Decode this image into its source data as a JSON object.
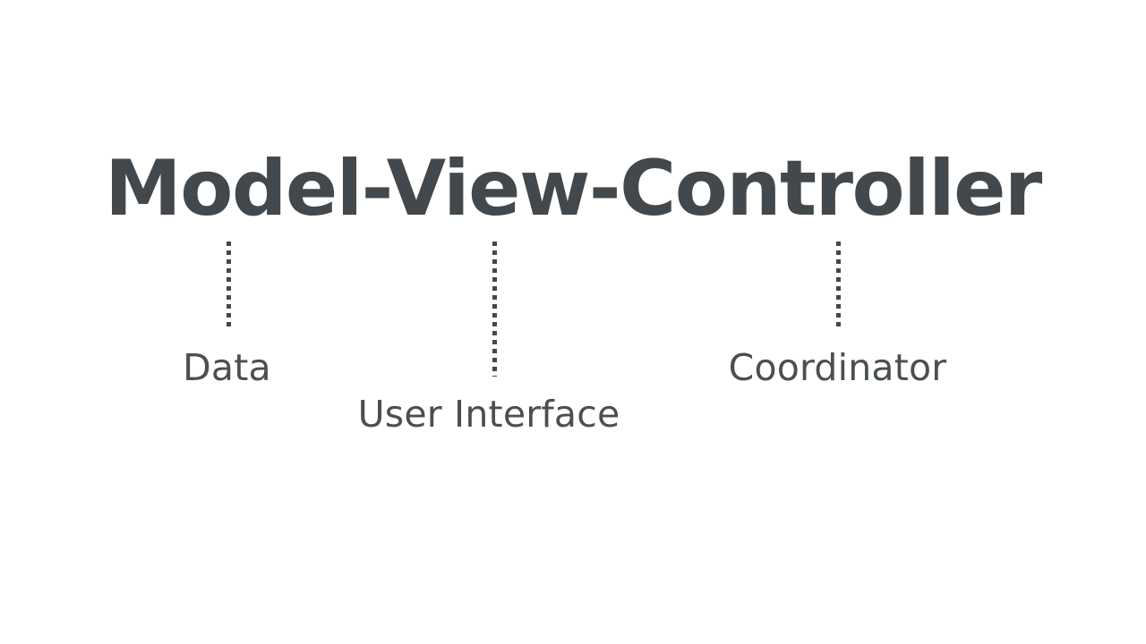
{
  "slide": {
    "background_color": "#ffffff",
    "text_color": "#43484c",
    "label_color": "#4a4f53",
    "title": "Model-View-Controller",
    "annotations": [
      {
        "term": "Model",
        "label": "Data",
        "connector": "dotted-vertical-line"
      },
      {
        "term": "View",
        "label": "User Interface",
        "connector": "dotted-vertical-line"
      },
      {
        "term": "Controller",
        "label": "Coordinator",
        "connector": "dotted-vertical-line"
      }
    ]
  }
}
